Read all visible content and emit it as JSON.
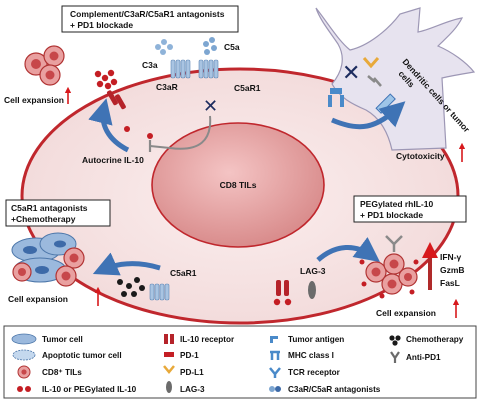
{
  "boxes": {
    "complement_l1": "Complement/C3aR/C5aR1 antagonists",
    "complement_l2": "+ PD1 blockade",
    "c5ar1_l1": "C5aR1 antagonists",
    "c5ar1_l2": "+Chemotherapy",
    "peg_l1": "PEGylated rhIL-10",
    "peg_l2": "+ PD1 blockade"
  },
  "labels": {
    "cell_expansion_tl": "Cell expansion",
    "cell_expansion_bl": "Cell expansion",
    "cell_expansion_br": "Cell expansion",
    "autocrine": "Autocrine IL-10",
    "cd8_tils": "CD8 TILs",
    "c3a": "C3a",
    "c5a": "C5a",
    "c3ar": "C3aR",
    "c5ar1_top": "C5aR1",
    "c5ar1_bottom": "C5aR1",
    "lag3": "LAG-3",
    "dendritic_l1": "Dendritic cells or tumor",
    "dendritic_l2": "cells",
    "cytotoxicity": "Cytotoxicity",
    "ifn": "IFN-γ",
    "gzmb": "GzmB",
    "fasl": "FasL"
  },
  "legend": {
    "col1": [
      "Tumor cell",
      "Apoptotic tumor cell",
      "CD8⁺ TILs",
      "IL-10 or PEGylated IL-10"
    ],
    "col2": [
      "IL-10 receptor",
      "PD-1",
      "PD-L1",
      "LAG-3"
    ],
    "col3": [
      "Tumor antigen",
      "MHC class I",
      "TCR receptor",
      "C3aR/C5aR antagonists"
    ],
    "col4": [
      "Chemotherapy",
      "Anti-PD1"
    ]
  },
  "colors": {
    "red_ring": "#c0272d",
    "cell_fill": "#f3dede",
    "nucleus_fill": "#e8a8a8",
    "arrow_blue": "#3f73b5",
    "increase_red": "#d7191c"
  }
}
